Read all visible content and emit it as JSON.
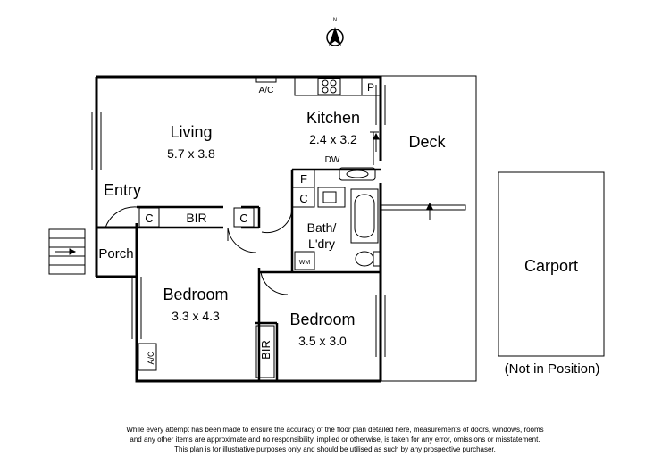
{
  "compass": {
    "label": "N",
    "icon": "north-arrow-icon"
  },
  "rooms": {
    "living": {
      "name": "Living",
      "dims": "5.7 x 3.8"
    },
    "kitchen": {
      "name": "Kitchen",
      "dims": "2.4 x 3.2"
    },
    "deck": {
      "name": "Deck"
    },
    "entry": {
      "name": "Entry"
    },
    "porch": {
      "name": "Porch"
    },
    "bedroom_main": {
      "name": "Bedroom",
      "dims": "3.3 x 4.3"
    },
    "bedroom_second": {
      "name": "Bedroom",
      "dims": "3.5 x 3.0"
    },
    "bath": {
      "name": "Bath/",
      "name2": "L'dry"
    },
    "carport": {
      "name": "Carport",
      "note": "(Not in Position)"
    }
  },
  "fixtures": {
    "ac_living": "A/C",
    "ac_bedroom": "A/C",
    "pantry": "P",
    "dishwasher": "DW",
    "fridge": "F",
    "cupboard_bath": "C",
    "cupboard_hall_left": "C",
    "cupboard_hall_right": "C",
    "bir_hall": "BIR",
    "bir_bedroom": "BIR",
    "washing_machine": "WM"
  },
  "disclaimer": {
    "line1": "While every attempt has been made to ensure the accuracy of the floor plan detailed here, measurements of doors, windows, rooms",
    "line2": "and any other items are approximate and no responsibility, implied or otherwise, is taken for any error, omissions or misstatement.",
    "line3": "This plan is for illustrative purposes only and should be utilised as such by any prospective purchaser."
  },
  "colors": {
    "walls": "#000000",
    "fixture_lines": "#444444",
    "background": "#ffffff"
  }
}
